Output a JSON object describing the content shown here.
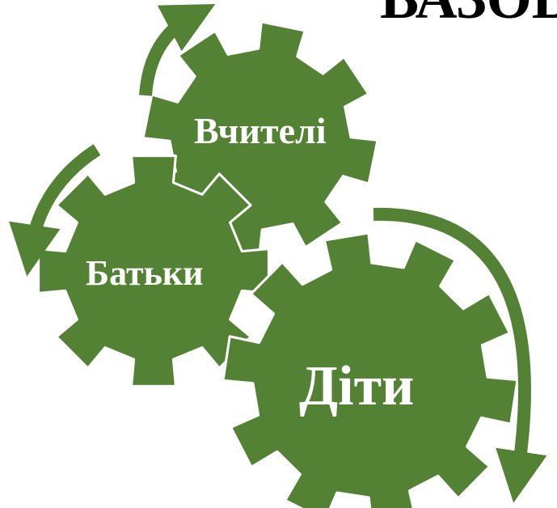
{
  "title_fragment": "ВАЗОВ",
  "gears": [
    {
      "id": "teachers",
      "label": "Вчителі"
    },
    {
      "id": "parents",
      "label": "Батьки"
    },
    {
      "id": "children",
      "label": "Діти"
    }
  ],
  "colors": {
    "gear": "#548235",
    "outline": "#ffffff",
    "text": "#ffffff",
    "title": "#000000"
  }
}
